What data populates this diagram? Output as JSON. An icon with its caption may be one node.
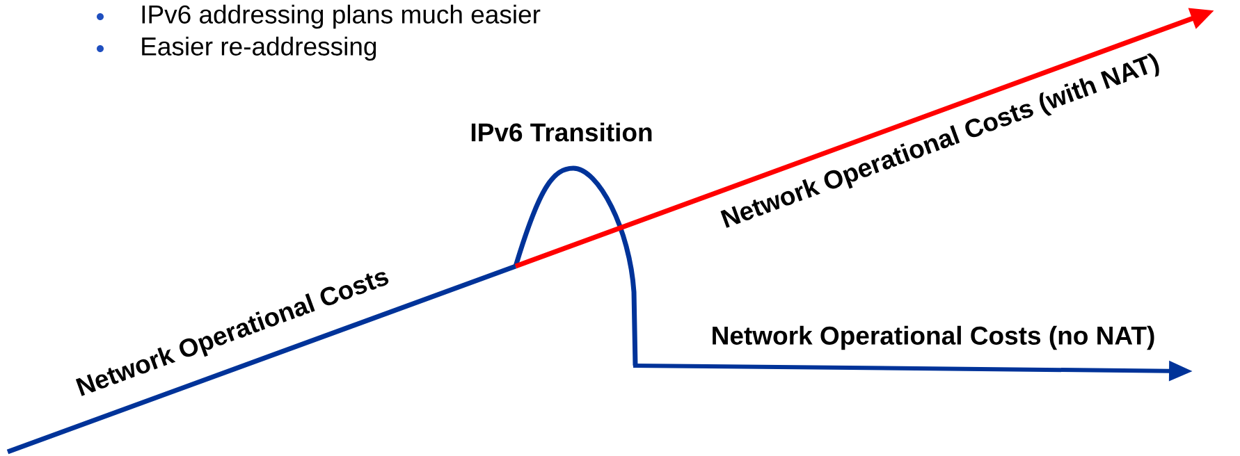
{
  "diagram": {
    "labels": [
      "IPv6 addressing plans much easier",
      "Easier re-addressing",
      "IPv6 Transition",
      "Network Operational Costs",
      "Network Operational Costs (with NAT)",
      "Network Operational Costs (no NAT)"
    ]
  }
}
